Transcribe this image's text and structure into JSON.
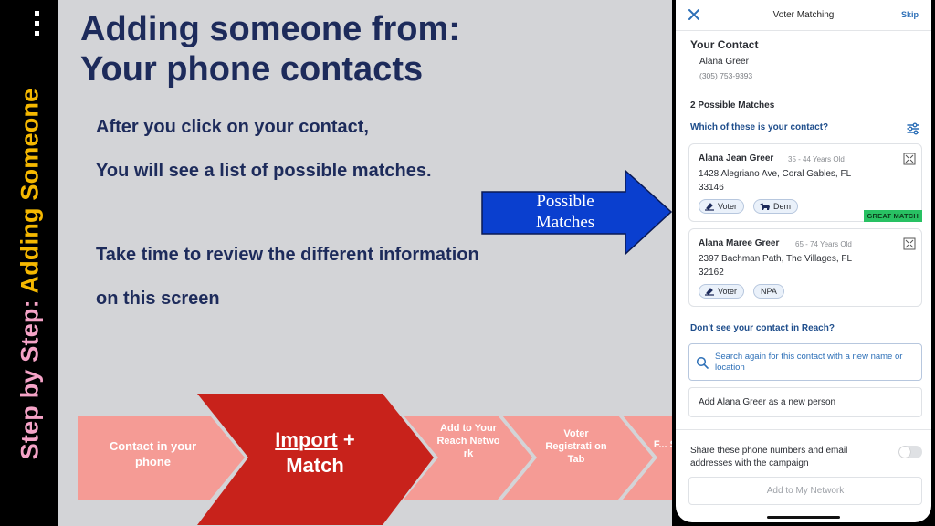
{
  "sidebar": {
    "part1": "Step by Step: ",
    "part2": "Adding Someone"
  },
  "slide": {
    "title_line1": "Adding someone from:",
    "title_line2": "Your phone contacts",
    "line1": "After you click on your contact,",
    "line2": "You will see a list of possible matches.",
    "line3": "Take time to review the different information",
    "line4": "on this screen"
  },
  "callout": {
    "line1": "Possible",
    "line2": "Matches"
  },
  "process": {
    "step1": "Contact in your phone",
    "step2_a": "Import",
    "step2_b": " +",
    "step2_c": "Match",
    "step3": "Add to Your Reach Netwo rk",
    "step4": "Voter Registrati on Tab",
    "step5": "F... S..."
  },
  "phone": {
    "header_title": "Voter Matching",
    "skip": "Skip",
    "your_contact_heading": "Your Contact",
    "contact_name": "Alana Greer",
    "contact_phone": "(305) 753-9393",
    "matches_heading": "2 Possible Matches",
    "question": "Which of these is your contact?",
    "matches": [
      {
        "name": "Alana Jean Greer",
        "age": "35 - 44 Years Old",
        "address1": "1428 Alegriano Ave, Coral Gables, FL",
        "address2": "33146",
        "tag1": "Voter",
        "tag2": "Dem",
        "badge": "GREAT MATCH"
      },
      {
        "name": "Alana Maree Greer",
        "age": "65 - 74 Years Old",
        "address1": "2397 Bachman Path, The Villages, FL",
        "address2": "32162",
        "tag1": "Voter",
        "tag2": "NPA"
      }
    ],
    "dont_see": "Don't see your contact in Reach?",
    "search_again": "Search again for this contact with a new name or location",
    "add_new_person": "Add Alana Greer as a new person",
    "share_text": "Share these phone numbers and email addresses with the campaign",
    "add_network_button": "Add to My Network"
  },
  "colors": {
    "slide_bg": "#d3d4d7",
    "navy": "#1d2b5b",
    "callout_blue": "#0a3fcf",
    "chevron_pink": "#f59b95",
    "chevron_red": "#c8221b",
    "link_blue": "#2c6fb7",
    "great_match_green": "#28c163"
  }
}
